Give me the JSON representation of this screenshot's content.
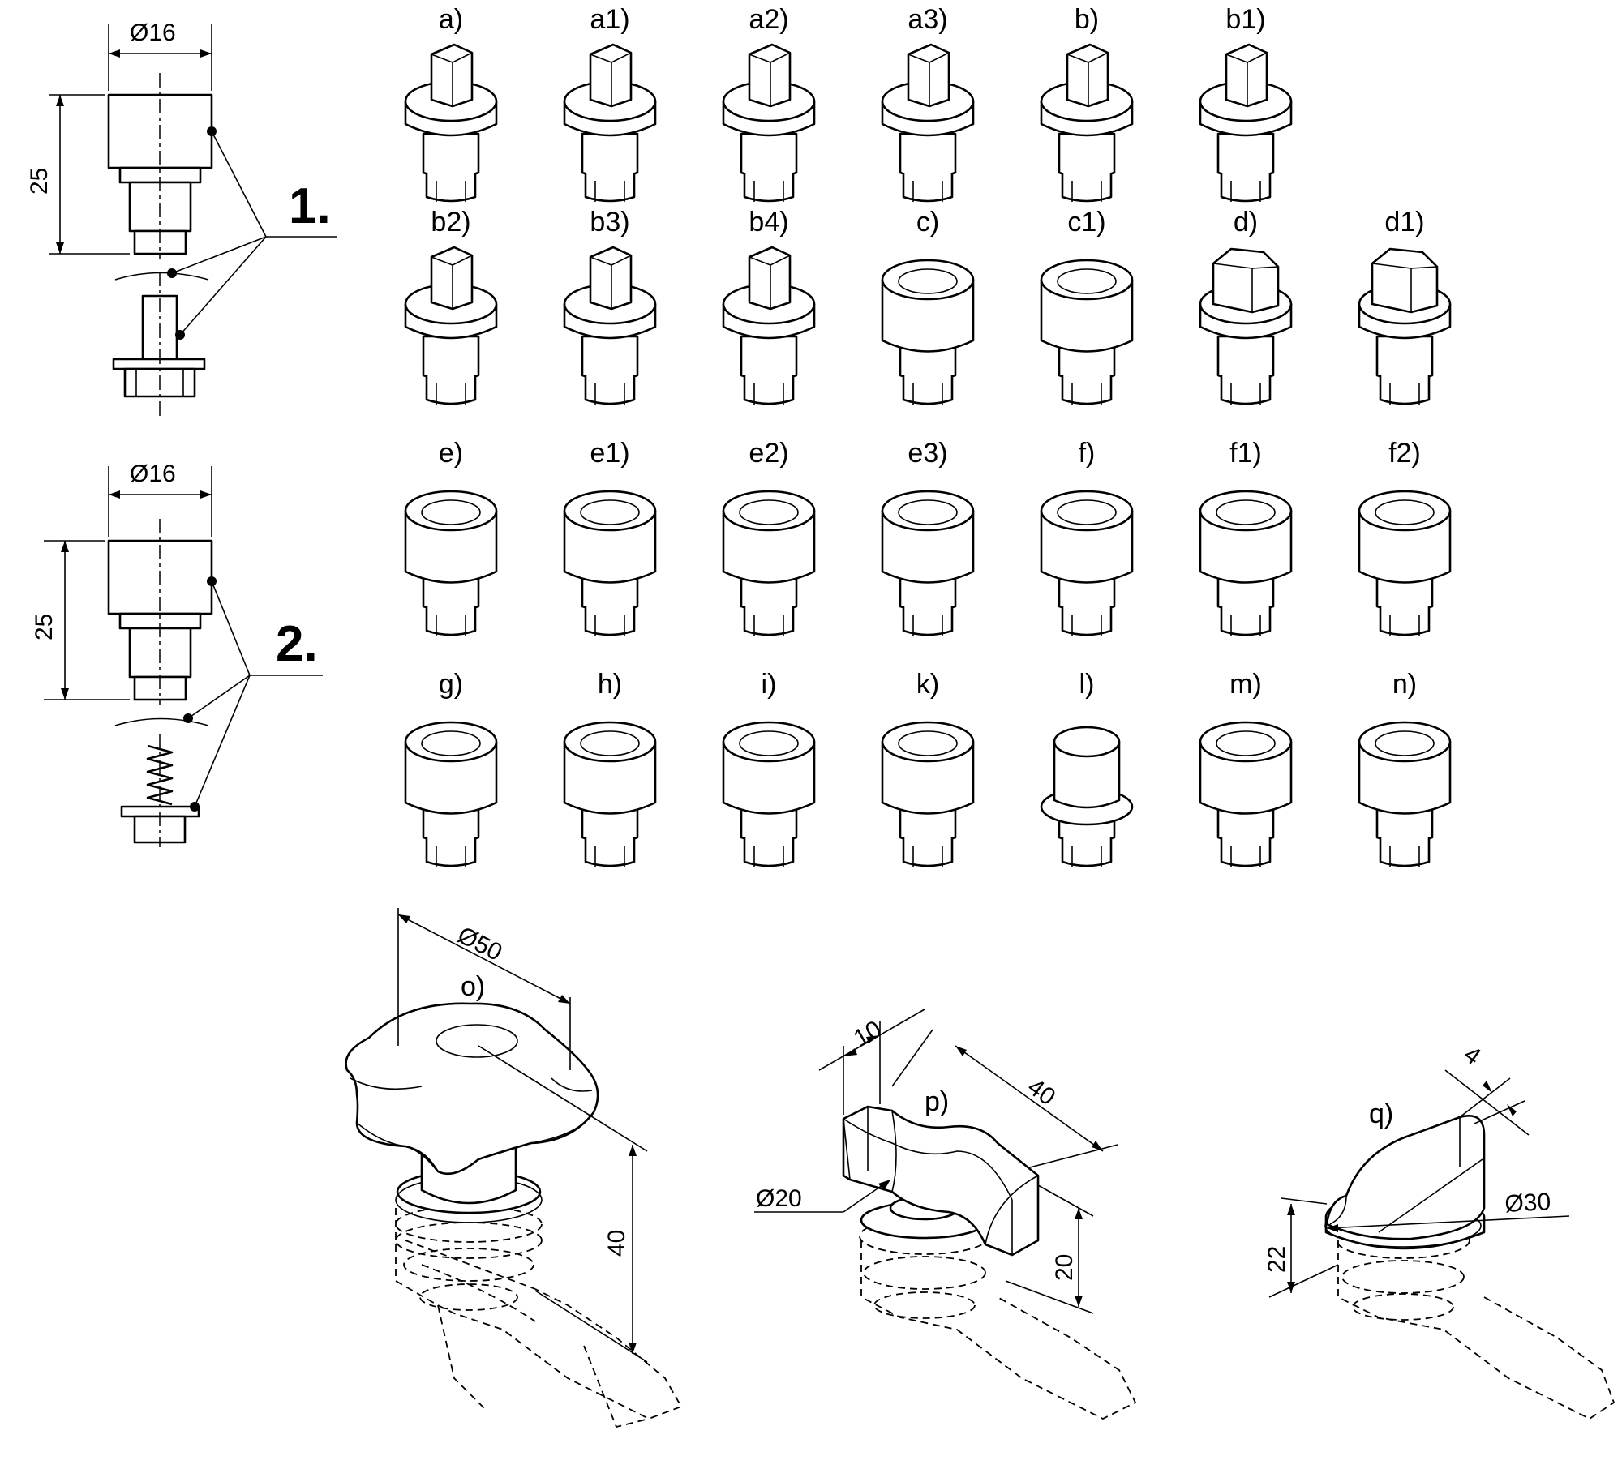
{
  "left_views": [
    {
      "id": "1",
      "number_label": "1.",
      "diameter_label": "Ø16",
      "height_label": "25"
    },
    {
      "id": "2",
      "number_label": "2.",
      "diameter_label": "Ø16",
      "height_label": "25"
    }
  ],
  "insert_labels": [
    "a)",
    "a1)",
    "a2)",
    "a3)",
    "b)",
    "b1)",
    "b2)",
    "b3)",
    "b4)",
    "c)",
    "c1)",
    "d)",
    "d1)",
    "e)",
    "e1)",
    "e2)",
    "e3)",
    "f)",
    "f1)",
    "f2)",
    "g)",
    "h)",
    "i)",
    "k)",
    "l)",
    "m)",
    "n)"
  ],
  "handles": {
    "o": {
      "label": "o)",
      "diameter": "Ø50",
      "height": "40"
    },
    "p": {
      "label": "p)",
      "thickness": "10",
      "length": "40",
      "hub_diameter": "Ø20",
      "height": "20"
    },
    "q": {
      "label": "q)",
      "thickness": "4",
      "diameter": "Ø30",
      "height": "22"
    }
  }
}
